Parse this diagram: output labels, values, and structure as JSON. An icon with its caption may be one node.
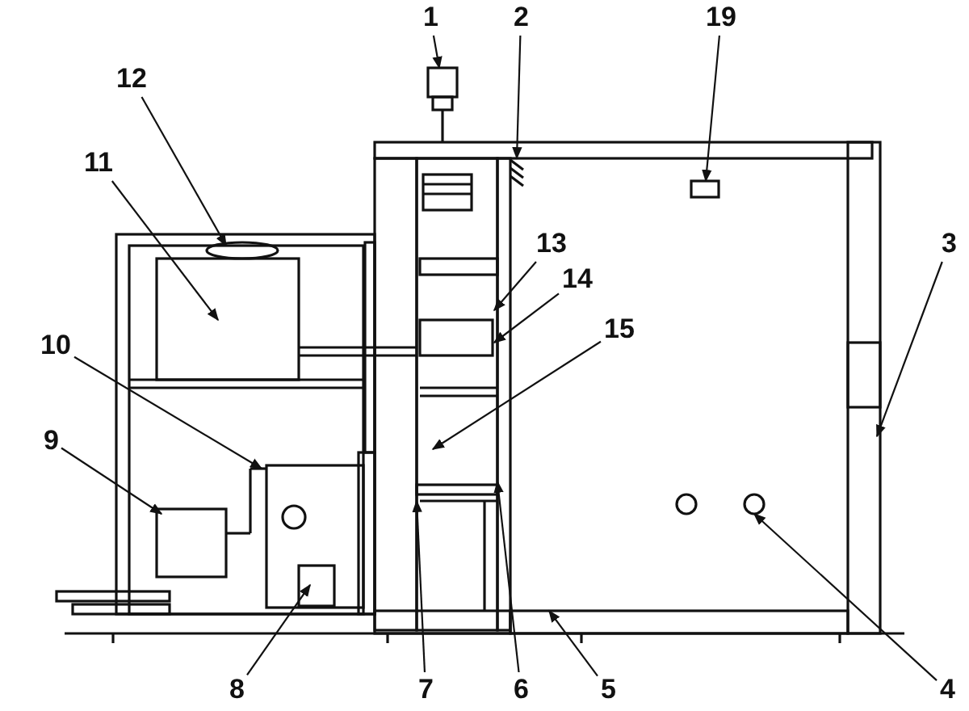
{
  "diagram": {
    "nodes": [
      {
        "text": [
          "1"
        ]
      },
      {
        "text": [
          "2"
        ]
      },
      {
        "text": [
          "19"
        ]
      },
      {
        "text": [
          "12"
        ]
      },
      {
        "text": [
          "11"
        ]
      },
      {
        "text": [
          "13"
        ]
      },
      {
        "text": [
          "3"
        ]
      },
      {
        "text": [
          "14"
        ]
      },
      {
        "text": [
          "15"
        ]
      },
      {
        "text": [
          "10"
        ]
      },
      {
        "text": [
          "9"
        ]
      },
      {
        "text": [
          "8"
        ]
      },
      {
        "text": [
          "7"
        ]
      },
      {
        "text": [
          "6"
        ]
      },
      {
        "text": [
          "5"
        ]
      },
      {
        "text": [
          "4"
        ]
      }
    ],
    "edges": [
      {
        "from": 0,
        "to": null,
        "arrow": "to"
      },
      {
        "from": 1,
        "to": null,
        "arrow": "to"
      },
      {
        "from": 2,
        "to": null,
        "arrow": "to"
      },
      {
        "from": 3,
        "to": null,
        "arrow": "to"
      },
      {
        "from": 4,
        "to": null,
        "arrow": "to"
      },
      {
        "from": 5,
        "to": null,
        "arrow": "to"
      },
      {
        "from": 6,
        "to": null,
        "arrow": "to"
      },
      {
        "from": 7,
        "to": null,
        "arrow": "to"
      },
      {
        "from": 8,
        "to": null,
        "arrow": "to"
      },
      {
        "from": 9,
        "to": null,
        "arrow": "to"
      },
      {
        "from": 10,
        "to": null,
        "arrow": "to"
      },
      {
        "from": 11,
        "to": null,
        "arrow": "to"
      },
      {
        "from": 12,
        "to": null,
        "arrow": "to"
      },
      {
        "from": 13,
        "to": null,
        "arrow": "to"
      },
      {
        "from": 14,
        "to": null,
        "arrow": "to"
      },
      {
        "from": 15,
        "to": null,
        "arrow": "to"
      }
    ]
  }
}
